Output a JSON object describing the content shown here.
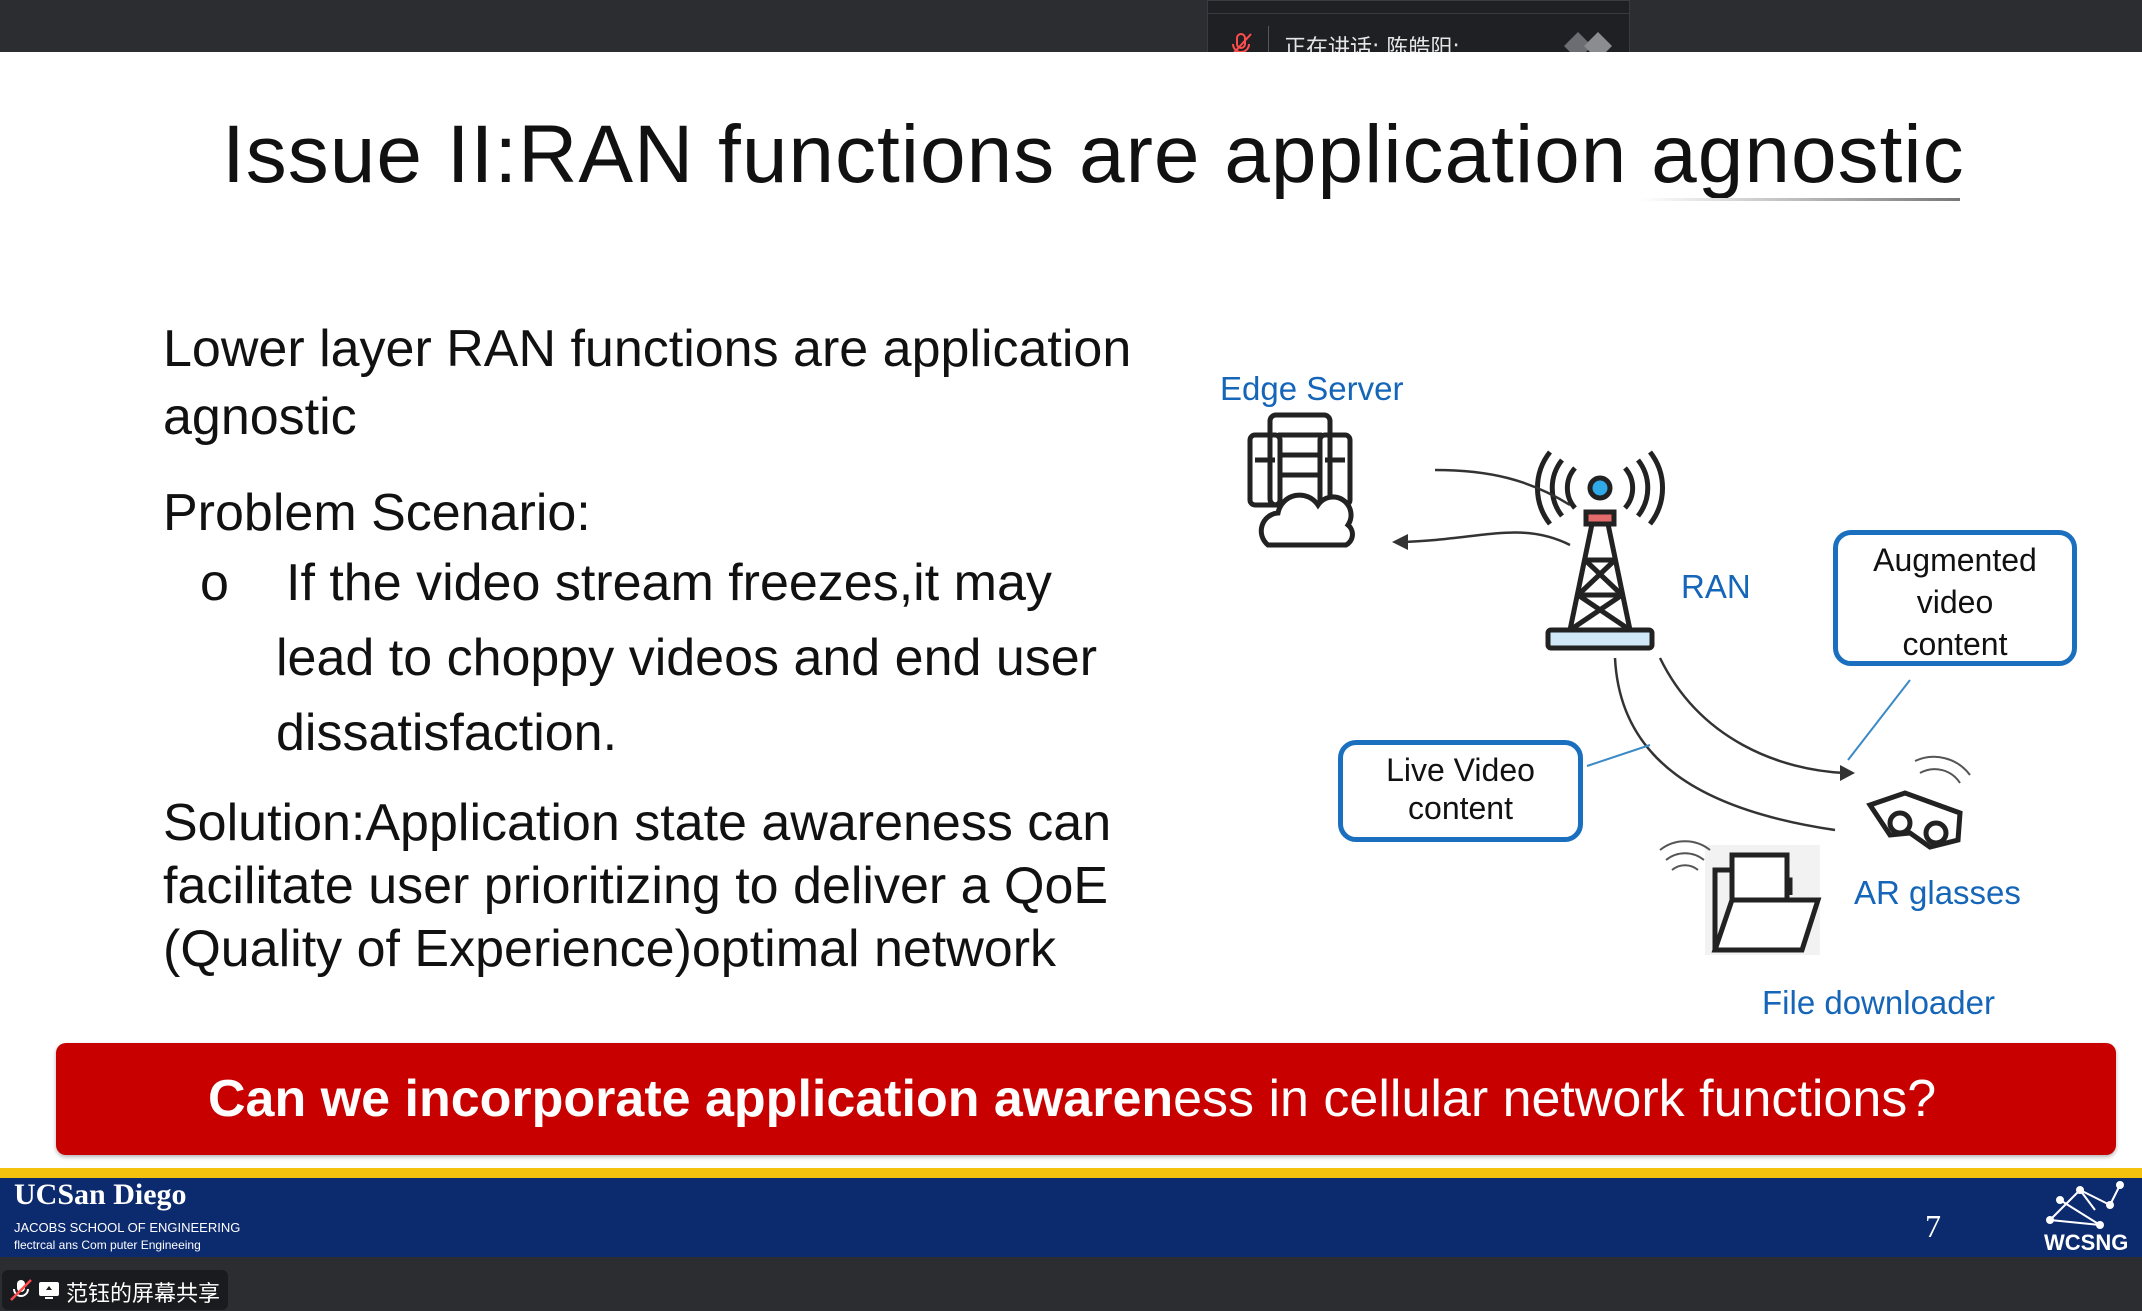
{
  "meeting": {
    "speaking_label": "正在讲话:",
    "speaker_name": "陈皓阳;",
    "screen_share_label": "范钰的屏幕共享"
  },
  "slide": {
    "title": "Issue II:RAN functions are application agnostic",
    "body": {
      "point1_line1": "Lower layer RAN functions are application",
      "point1_line2": "agnostic",
      "point2": "Problem Scenario:",
      "bullet_marker": "o",
      "bullet_line1": "If the video stream freezes,it may",
      "bullet_line2": "lead to choppy videos and end user",
      "bullet_line3": "dissatisfaction.",
      "point3_line1": "Solution:Application state awareness can",
      "point3_line2": "facilitate user prioritizing to deliver a QoE",
      "point3_line3": "(Quality of Experience)optimal network"
    },
    "diagram": {
      "edge_server_label": "Edge Server",
      "ran_label": "RAN",
      "augmented_box": [
        "Augmented",
        "video",
        "content"
      ],
      "live_box": [
        "Live Video",
        "content"
      ],
      "ar_glasses_label": "AR glasses",
      "file_downloader_label": "File downloader",
      "icons": [
        "server-cloud-icon",
        "tower-icon",
        "ar-glasses-icon",
        "folder-icon",
        "wifi-icon"
      ]
    },
    "banner": {
      "strong": "Can we incorporate application awaren",
      "rest": "ess in cellular network functions?"
    },
    "footer": {
      "university": "UCSan Diego",
      "school": "JACOBS SCHOOL OF ENGINEERING",
      "department": "flectrcal ans Com puter Engineeing",
      "page_number": "7",
      "lab": "WCSNG"
    }
  },
  "colors": {
    "accent_blue": "#1b6fbf",
    "banner_red": "#c80000",
    "footer_navy": "#0c2a6e",
    "footer_yellow": "#f4c20d"
  }
}
